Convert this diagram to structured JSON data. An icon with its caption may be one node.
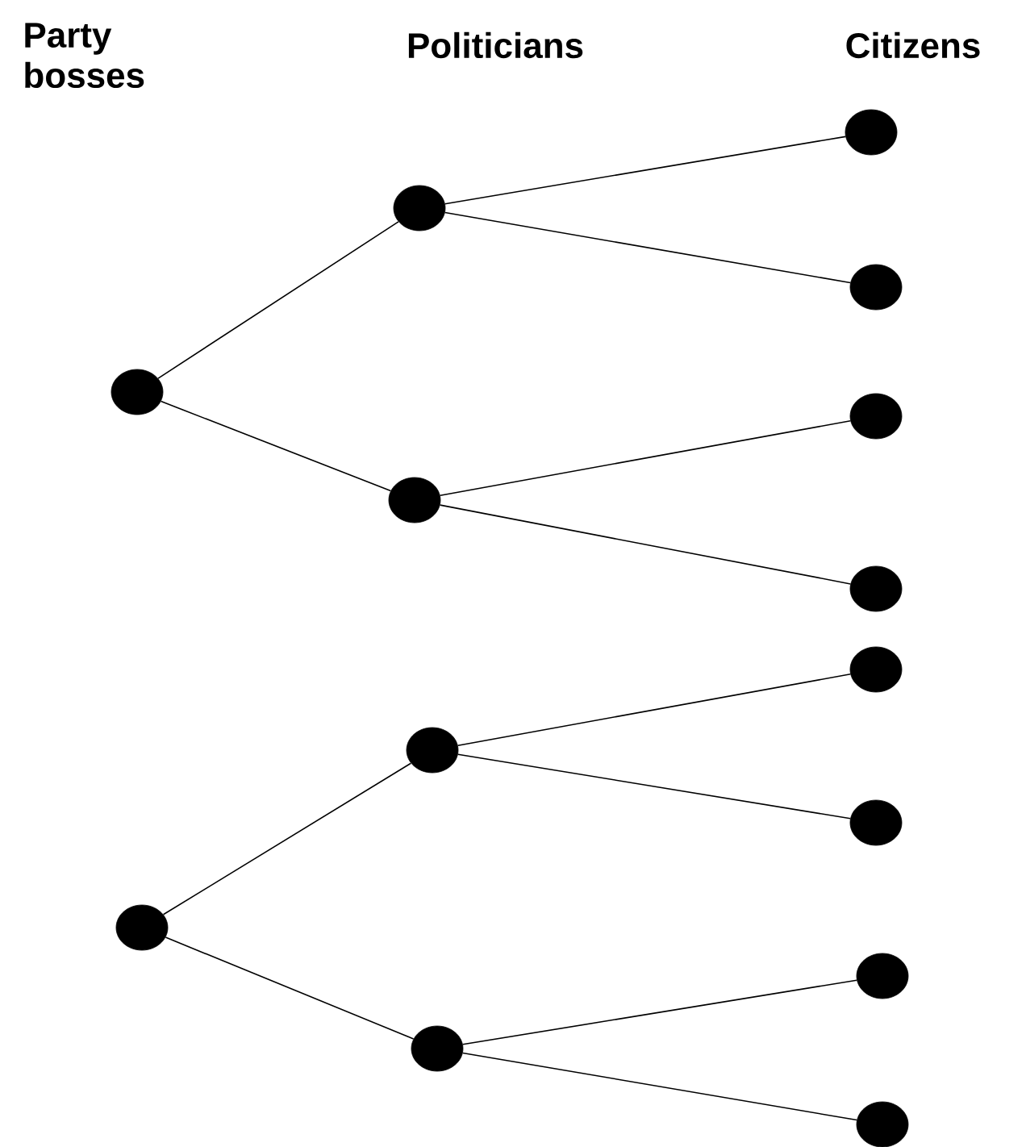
{
  "diagram": {
    "nodes": [
      {
        "text": [],
        "shape": "circle"
      },
      {
        "text": [],
        "shape": "circle"
      },
      {
        "text": [],
        "shape": "circle"
      },
      {
        "text": [],
        "shape": "circle"
      },
      {
        "text": [],
        "shape": "circle"
      },
      {
        "text": [],
        "shape": "circle"
      },
      {
        "text": [],
        "shape": "circle"
      },
      {
        "text": [],
        "shape": "circle"
      },
      {
        "text": [],
        "shape": "circle"
      },
      {
        "text": [],
        "shape": "circle"
      },
      {
        "text": [],
        "shape": "circle"
      },
      {
        "text": [],
        "shape": "circle"
      },
      {
        "text": [],
        "shape": "circle"
      },
      {
        "text": [],
        "shape": "circle"
      }
    ],
    "edges": [
      {
        "from": 0,
        "to": 2,
        "arrow": "none"
      },
      {
        "from": 0,
        "to": 3,
        "arrow": "none"
      },
      {
        "from": 1,
        "to": 4,
        "arrow": "none"
      },
      {
        "from": 1,
        "to": 5,
        "arrow": "none"
      },
      {
        "from": 2,
        "to": 6,
        "arrow": "none"
      },
      {
        "from": 2,
        "to": 7,
        "arrow": "none"
      },
      {
        "from": 3,
        "to": 8,
        "arrow": "none"
      },
      {
        "from": 3,
        "to": 9,
        "arrow": "none"
      },
      {
        "from": 4,
        "to": 10,
        "arrow": "none"
      },
      {
        "from": 4,
        "to": 11,
        "arrow": "none"
      },
      {
        "from": 5,
        "to": 12,
        "arrow": "none"
      },
      {
        "from": 5,
        "to": 13,
        "arrow": "none"
      }
    ],
    "labels": [
      "Party bosses",
      "Politicians",
      "Citizens"
    ]
  }
}
